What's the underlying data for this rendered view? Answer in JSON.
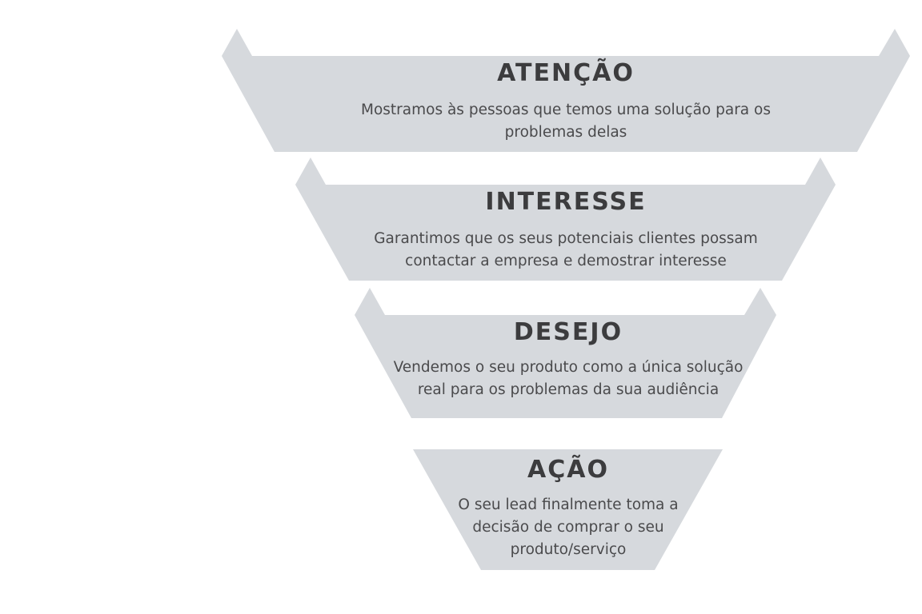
{
  "funnel": {
    "fill_color": "#d6d9dd",
    "stages": [
      {
        "title": "ATENÇÃO",
        "description_lines": [
          "Mostramos às pessoas que temos uma solução para os",
          "problemas delas"
        ]
      },
      {
        "title": "INTERESSE",
        "description_lines": [
          "Garantimos que os seus potenciais clientes possam",
          "contactar a empresa e demostrar interesse"
        ]
      },
      {
        "title": "DESEJO",
        "description_lines": [
          "Vendemos o seu produto como a única solução",
          "real para os problemas da sua audiência"
        ]
      },
      {
        "title": "AÇÃO",
        "description_lines": [
          "O seu lead finalmente toma a",
          "decisão de comprar o seu",
          "produto/serviço"
        ]
      }
    ]
  }
}
